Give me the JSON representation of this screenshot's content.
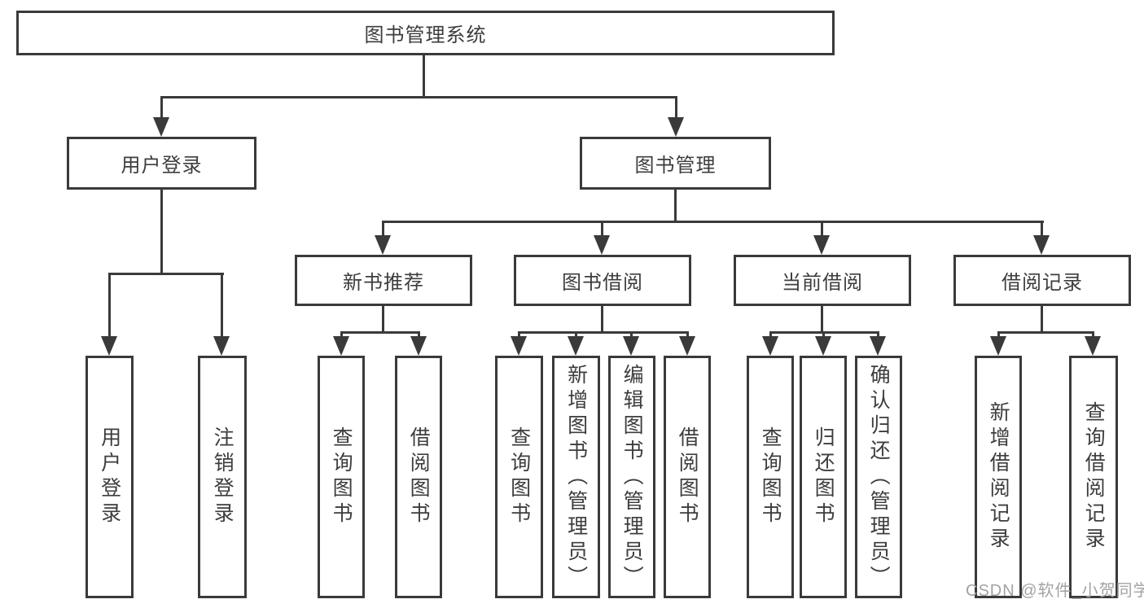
{
  "diagram": {
    "root": {
      "label": "图书管理系统"
    },
    "user_login": {
      "label": "用户登录",
      "children": [
        {
          "label": "用户登录"
        },
        {
          "label": "注销登录"
        }
      ]
    },
    "book_management": {
      "label": "图书管理",
      "children": [
        {
          "label": "新书推荐",
          "children": [
            {
              "label": "查询图书"
            },
            {
              "label": "借阅图书"
            }
          ]
        },
        {
          "label": "图书借阅",
          "children": [
            {
              "label": "查询图书"
            },
            {
              "label": "新增图书（管理员）"
            },
            {
              "label": "编辑图书（管理员）"
            },
            {
              "label": "借阅图书"
            }
          ]
        },
        {
          "label": "当前借阅",
          "children": [
            {
              "label": "查询图书"
            },
            {
              "label": "归还图书"
            },
            {
              "label": "确认归还（管理员）"
            }
          ]
        },
        {
          "label": "借阅记录",
          "children": [
            {
              "label": "新增借阅记录"
            },
            {
              "label": "查询借阅记录"
            }
          ]
        }
      ]
    }
  },
  "watermark": "CSDN @软件_小贺同学",
  "colors": {
    "line": "#3a3a3a",
    "text": "#3d3d3d",
    "watermark": "#a3a3a3",
    "background": "#ffffff"
  }
}
